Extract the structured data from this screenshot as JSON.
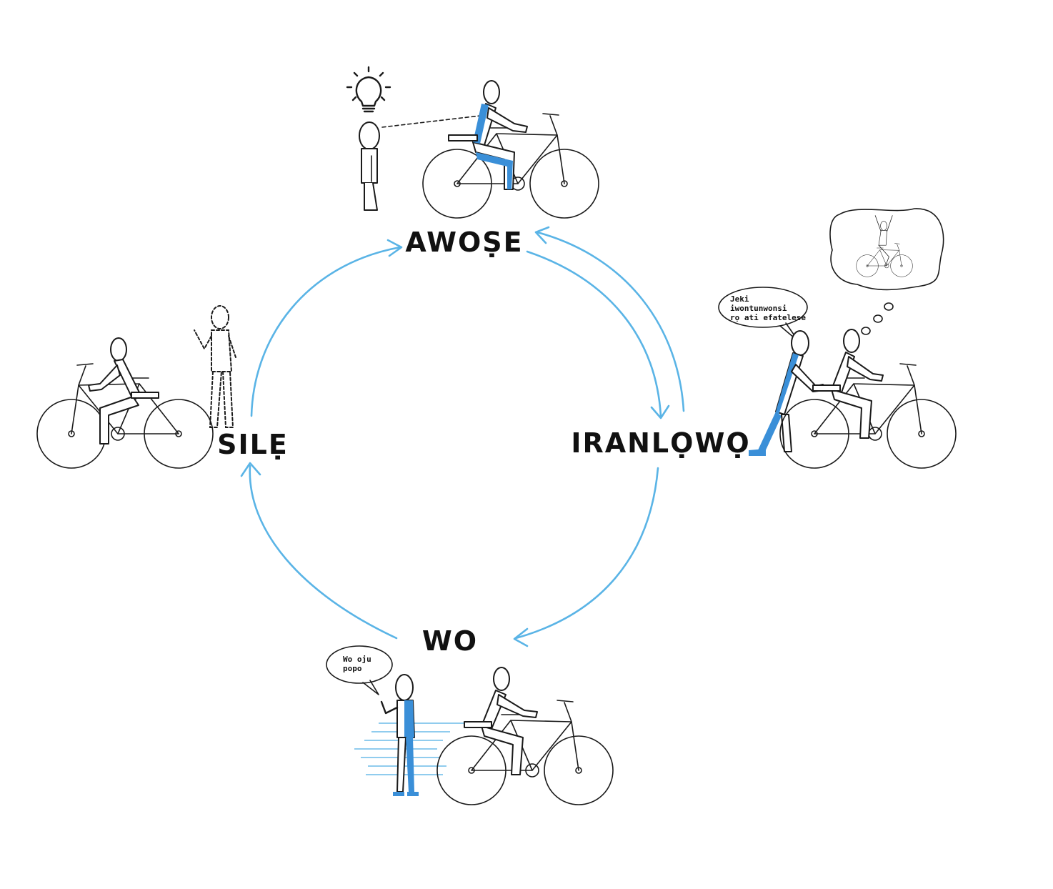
{
  "stages": {
    "top": "AWOṢE",
    "right": "IRANLỌWỌ",
    "bottom": "WO",
    "left": "SILẸ"
  },
  "bubbles": {
    "right_line1": "Jeki",
    "right_line2": "iwontunwonsi",
    "right_line3": "rọ ati efatelese",
    "bottom_line1": "Wo oju",
    "bottom_line2": "popo"
  },
  "colors": {
    "arrow": "#5ab4e6",
    "highlight": "#3a8fd8",
    "ink": "#1a1a1a"
  },
  "icons": [
    "lightbulb-icon",
    "bicycle-icon",
    "person-icon",
    "speech-bubble-icon",
    "thought-bubble-icon",
    "cycle-arrow-icon"
  ]
}
